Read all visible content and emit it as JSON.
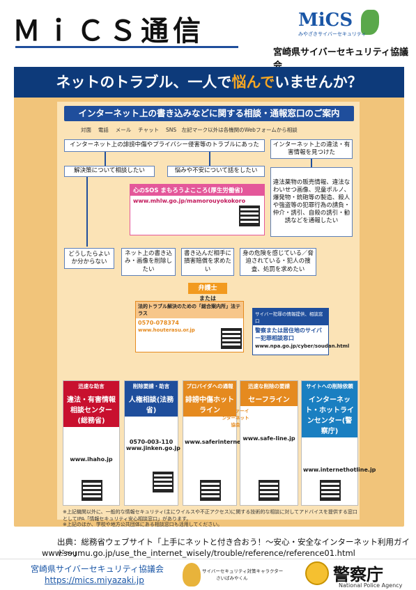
{
  "header": {
    "title": "ＭｉＣＳ通信",
    "logo_text": "MiCS",
    "logo_sub": "みやざきサイバーセキュリティ",
    "association": "宮崎県サイバーセキュリティ協議会"
  },
  "banner": {
    "pre": "ネットのトラブル、一人で",
    "highlight": "悩んで",
    "post": "いませんか？"
  },
  "guide": {
    "title": "インターネット上の書き込みなどに関する相談・通報窓口のご案内",
    "legend": "対面　 電話　 メール　 チャット　 SNS　左記マーク以外は各機関のWebフォームから相談"
  },
  "flow": {
    "top_left": "インターネット上の誹謗中傷やプライバシー侵害等のトラブルにあった",
    "top_right": "インターネット上の違法・有害情報を見つけた",
    "resolve": "解決策について相談したい",
    "worry": "悩みや不安について話をしたい",
    "sos_title": "心のSOS まもろうよこころ(厚生労働省)",
    "sos_url": "www.mhlw.go.jp/mamorouyokokoro",
    "illegal_list": "違法薬物の販売情報、違法なわいせつ画像、児童ポルノ、爆発物・銃砲等の製造、殺人や強盗等の犯罪行為の請負・仲介・誘引、自殺の誘引・勧誘などを通報したい",
    "q1": "どうしたらよいか分からない",
    "q2": "ネット上の書き込み・画像を削除したい",
    "q3": "書き込んだ相手に損害賠償を求めたい",
    "q4": "身の危険を感じている／脅迫されている・犯人の捜査、処罰を求めたい",
    "lawyer": "弁護士",
    "or": "または",
    "houterasu_title": "法的トラブル解決のための「総合案内所」法テラス",
    "houterasu_tel": "0570-078374",
    "houterasu_url": "www.houterasu.or.jp",
    "police_head": "サイバー犯罪の情報提供、相談窓口",
    "police_name": "警察または居住地のサイバー犯罪相談窓口",
    "police_url": "www.npa.go.jp/cyber/soudan.html"
  },
  "cards": [
    {
      "head": "迅速な助言",
      "name": "違法・有害情報相談センター(総務省)",
      "url": "www.ihaho.jp",
      "color": "#c8102e"
    },
    {
      "head": "削除要請・助言",
      "name": "人権相談(法務省)",
      "url": "0570-003-110 www.jinken.go.jp",
      "color": "#1f4e9c"
    },
    {
      "head": "プロバイダへの通報",
      "name": "誹謗中傷ホットライン",
      "url": "www.saferinternet.or.jp/bullying/",
      "color": "#e58a1f"
    },
    {
      "head": "迅速な削除の要請",
      "name": "セーフライン",
      "url": "www.safe-line.jp",
      "color": "#e58a1f"
    },
    {
      "head": "サイトへの削除依頼",
      "name": "インターネット・ホットラインセンター(警察庁)",
      "url": "www.internethotline.jp",
      "color": "#1a7fc1"
    }
  ],
  "safer": "セーファーインターネット協会",
  "notes": [
    "※上記機関以外に、一般的な情報セキュリティ(主にウイルスや不正アクセス)に関する技術的な相談に対してアドバイスを提供する窓口としてIPA「情報セキュリティ安心相談窓口」があります。",
    "※上記のほか、学校や地方公共団体にある相談窓口も活用してください。"
  ],
  "source": {
    "line1": "出典：総務省ウェブサイト「上手にネットと付き合おう！～安心・安全なインターネット利用ガイド～」",
    "line2": "www.soumu.go.jp/use_the_internet_wisely/trouble/reference/reference01.html"
  },
  "footer": {
    "assoc": "宮崎県サイバーセキュリティ協議会",
    "url": "https://mics.miyazaki.jp",
    "mascot1": "サイバーセキュリティ対策キャラクター",
    "mascot2": "さいばみやくん",
    "npa": "警察庁",
    "npa_en": "National Police Agency"
  }
}
